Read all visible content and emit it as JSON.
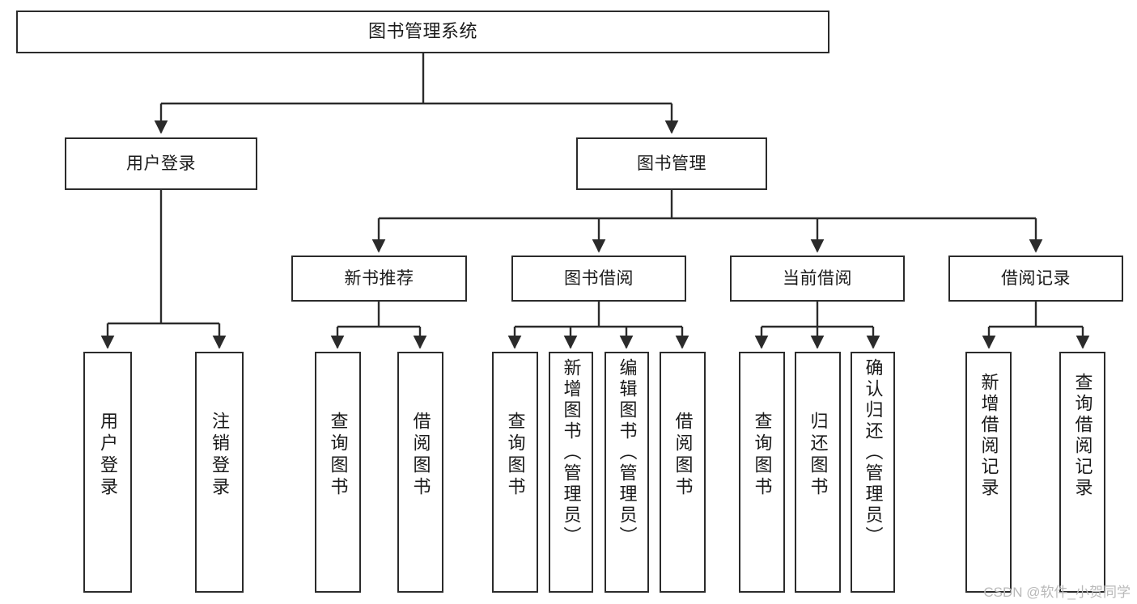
{
  "diagram": {
    "title": "图书管理系统",
    "type": "tree-hierarchy-diagram",
    "colors": {
      "stroke": "#2b2b2b",
      "fill": "#ffffff",
      "text": "#1a1a1a",
      "watermark": "#b9b9b9"
    },
    "root": {
      "label": "图书管理系统"
    },
    "level1": [
      {
        "label": "用户登录"
      },
      {
        "label": "图书管理"
      }
    ],
    "level2": [
      {
        "label": "新书推荐"
      },
      {
        "label": "图书借阅"
      },
      {
        "label": "当前借阅"
      },
      {
        "label": "借阅记录"
      }
    ],
    "leaves": {
      "user_login": [
        {
          "label": "用户登录"
        },
        {
          "label": "注销登录"
        }
      ],
      "new_book_recommend": [
        {
          "label": "查询图书"
        },
        {
          "label": "借阅图书"
        }
      ],
      "book_borrow": [
        {
          "label": "查询图书"
        },
        {
          "label": "新增图书（管理员）"
        },
        {
          "label": "编辑图书（管理员）"
        },
        {
          "label": "借阅图书"
        }
      ],
      "current_borrow": [
        {
          "label": "查询图书"
        },
        {
          "label": "归还图书"
        },
        {
          "label": "确认归还（管理员）"
        }
      ],
      "borrow_record": [
        {
          "label": "新增借阅记录"
        },
        {
          "label": "查询借阅记录"
        }
      ]
    },
    "watermark": "CSDN @软件_小贺同学"
  }
}
